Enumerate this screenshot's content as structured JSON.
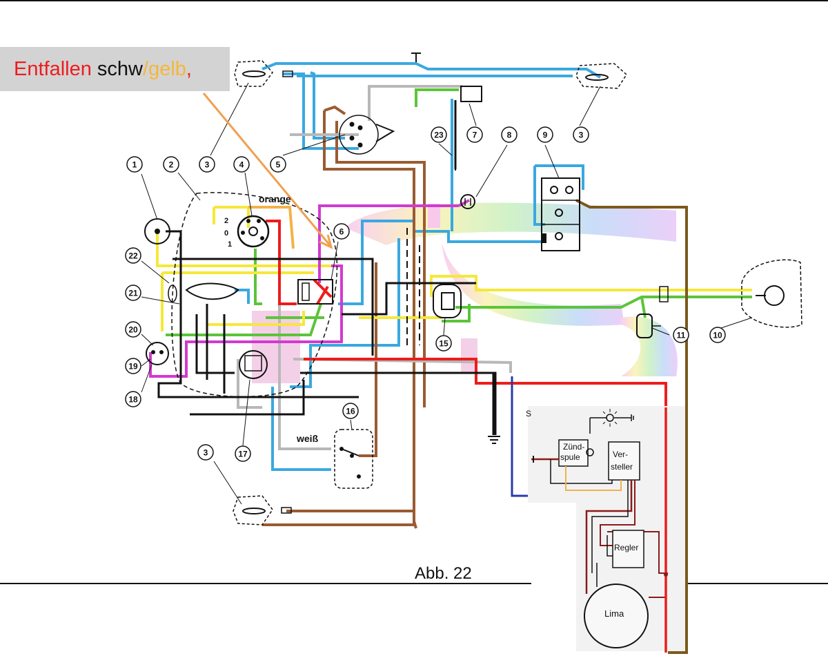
{
  "banner": {
    "word_removed": "Entfallen",
    "word_black": "schw",
    "slash": "/",
    "word_yellow": "gelb",
    "comma": ","
  },
  "legend_numbers": [
    "1",
    "2",
    "3",
    "4",
    "5",
    "6",
    "7",
    "8",
    "9",
    "3",
    "10",
    "11",
    "15",
    "16",
    "17",
    "18",
    "19",
    "20",
    "21",
    "22",
    "23",
    "3"
  ],
  "labels": {
    "orange": "orange",
    "weiss": "weiß",
    "figure": "Abb. 22",
    "switch_positions": [
      "2",
      "0",
      "1"
    ]
  },
  "inset": {
    "zuend_line1": "Zünd-",
    "zuend_line2": "spule",
    "versteller_line1": "Ver-",
    "versteller_line2": "steller",
    "regler": "Regler",
    "lima": "Lima",
    "s_mark": "S"
  },
  "colors": {
    "red": "#ee1c1c",
    "yellow": "#f5e83a",
    "blue": "#3aa8e0",
    "green": "#5cc43a",
    "magenta": "#d13ad1",
    "brown": "#9a5b32",
    "olive": "#7a5a1c",
    "darkred": "#8b1a1a",
    "navy": "#2a3aa8",
    "grey": "#b8b8b8",
    "black": "#111111"
  }
}
